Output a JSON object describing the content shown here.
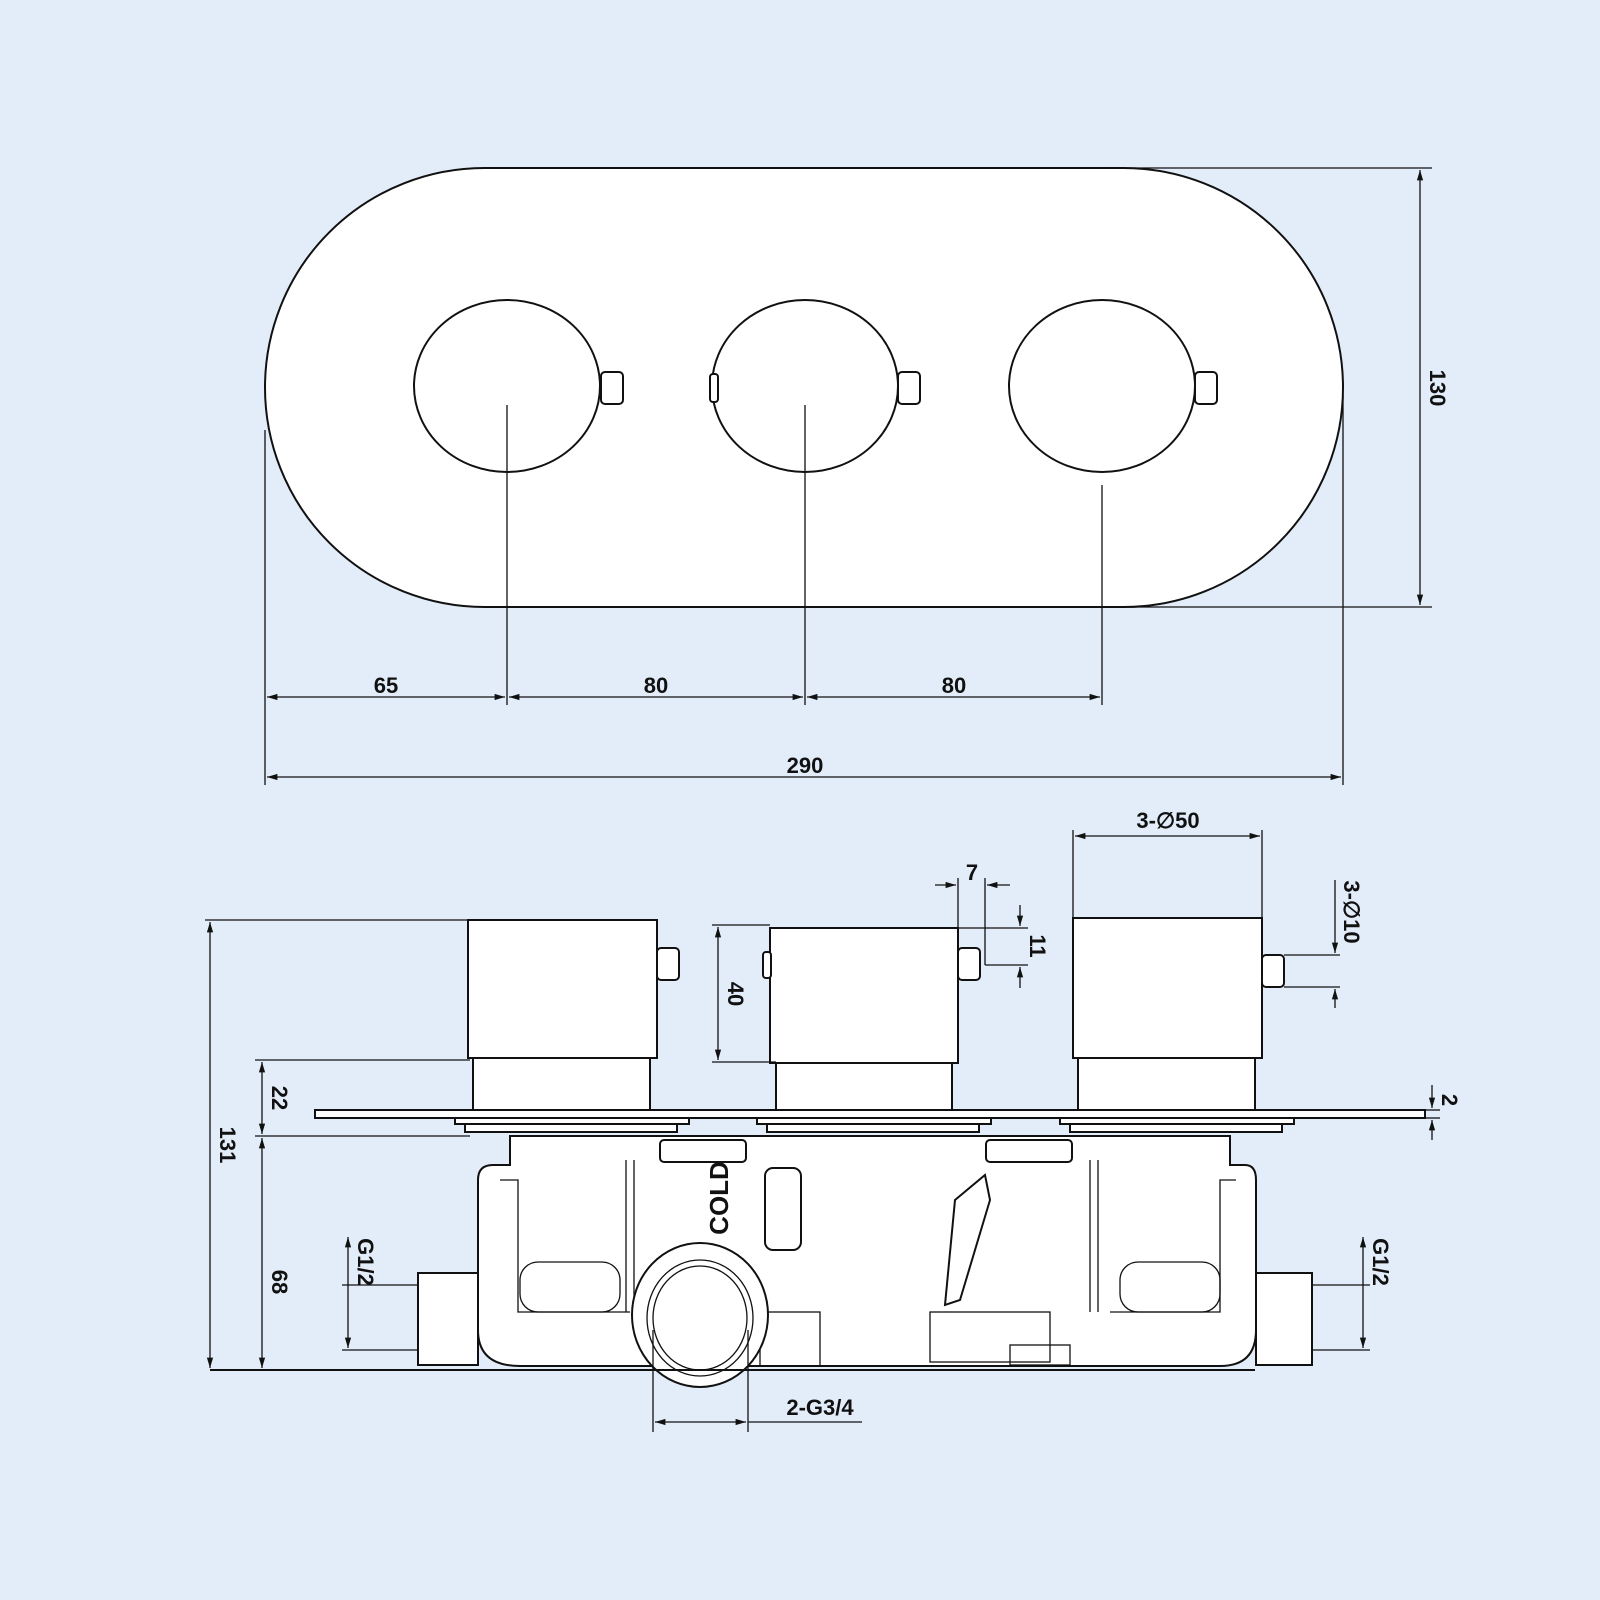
{
  "background_color": "#e3edf9",
  "front_view": {
    "dim_left_to_first": "65",
    "dim_first_to_second": "80",
    "dim_second_to_third": "80",
    "dim_total_width": "290",
    "dim_height": "130"
  },
  "side_view": {
    "dim_knob_diameter": "3-∅50",
    "dim_lever_length": "7",
    "dim_lever_offset": "11",
    "dim_lever_diameter": "3-∅10",
    "dim_knob_height": "40",
    "dim_plate_thickness": "2",
    "dim_stem_height": "22",
    "dim_total_depth": "131",
    "dim_body_depth": "68",
    "dim_left_inlet": "G1/2",
    "dim_right_inlet": "G1/2",
    "cold_label": "COLD",
    "dim_outlet": "2-G3/4"
  }
}
